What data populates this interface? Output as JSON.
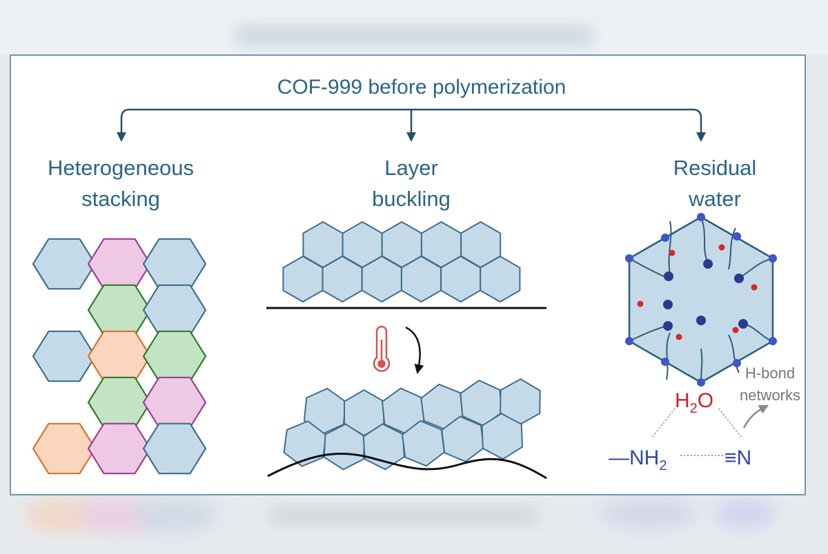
{
  "figure": {
    "title": "COF-999 before polymerization",
    "panels": [
      {
        "heading_line1": "Heterogeneous",
        "heading_line2": "stacking"
      },
      {
        "heading_line1": "Layer",
        "heading_line2": "buckling"
      },
      {
        "heading_line1": "Residual",
        "heading_line2": "water"
      }
    ],
    "water_panel": {
      "hbond_line1": "H-bond",
      "hbond_line2": "networks",
      "water_main": "H",
      "water_sub": "2",
      "water_tail": "O",
      "amine_main": "—NH",
      "amine_sub": "2",
      "nitrile": "≡N"
    }
  },
  "colors": {
    "frame": "#6f96ad",
    "heading_text": "#2a6587",
    "hex_blue": "#c5dae9",
    "hex_pink": "#eec8e4",
    "hex_green": "#c3e4c3",
    "hex_orange": "#f9d6bd",
    "water": "#cc2222",
    "amine_nitrile": "#3344aa"
  }
}
